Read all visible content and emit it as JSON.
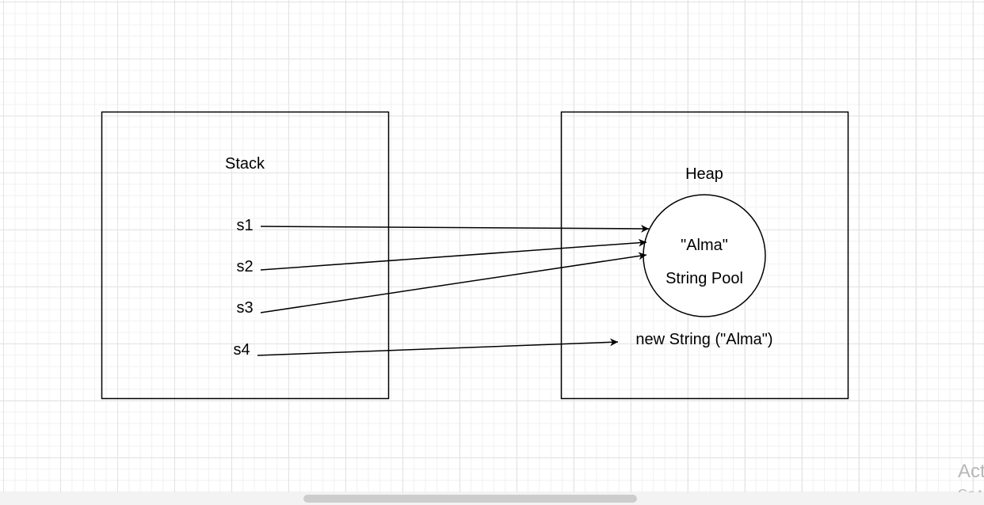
{
  "diagram": {
    "stack": {
      "title": "Stack",
      "variables": [
        "s1",
        "s2",
        "s3",
        "s4"
      ]
    },
    "heap": {
      "title": "Heap",
      "string_pool": {
        "literal": "\"Alma\"",
        "label": "String Pool"
      },
      "new_object_label": "new String (\"Alma\")"
    },
    "references": [
      {
        "from": "s1",
        "to": "\"Alma\""
      },
      {
        "from": "s2",
        "to": "\"Alma\""
      },
      {
        "from": "s3",
        "to": "\"Alma\""
      },
      {
        "from": "s4",
        "to": "new String (\"Alma\")"
      }
    ]
  },
  "watermark": {
    "title": "Act",
    "subtitle": "Go t"
  }
}
